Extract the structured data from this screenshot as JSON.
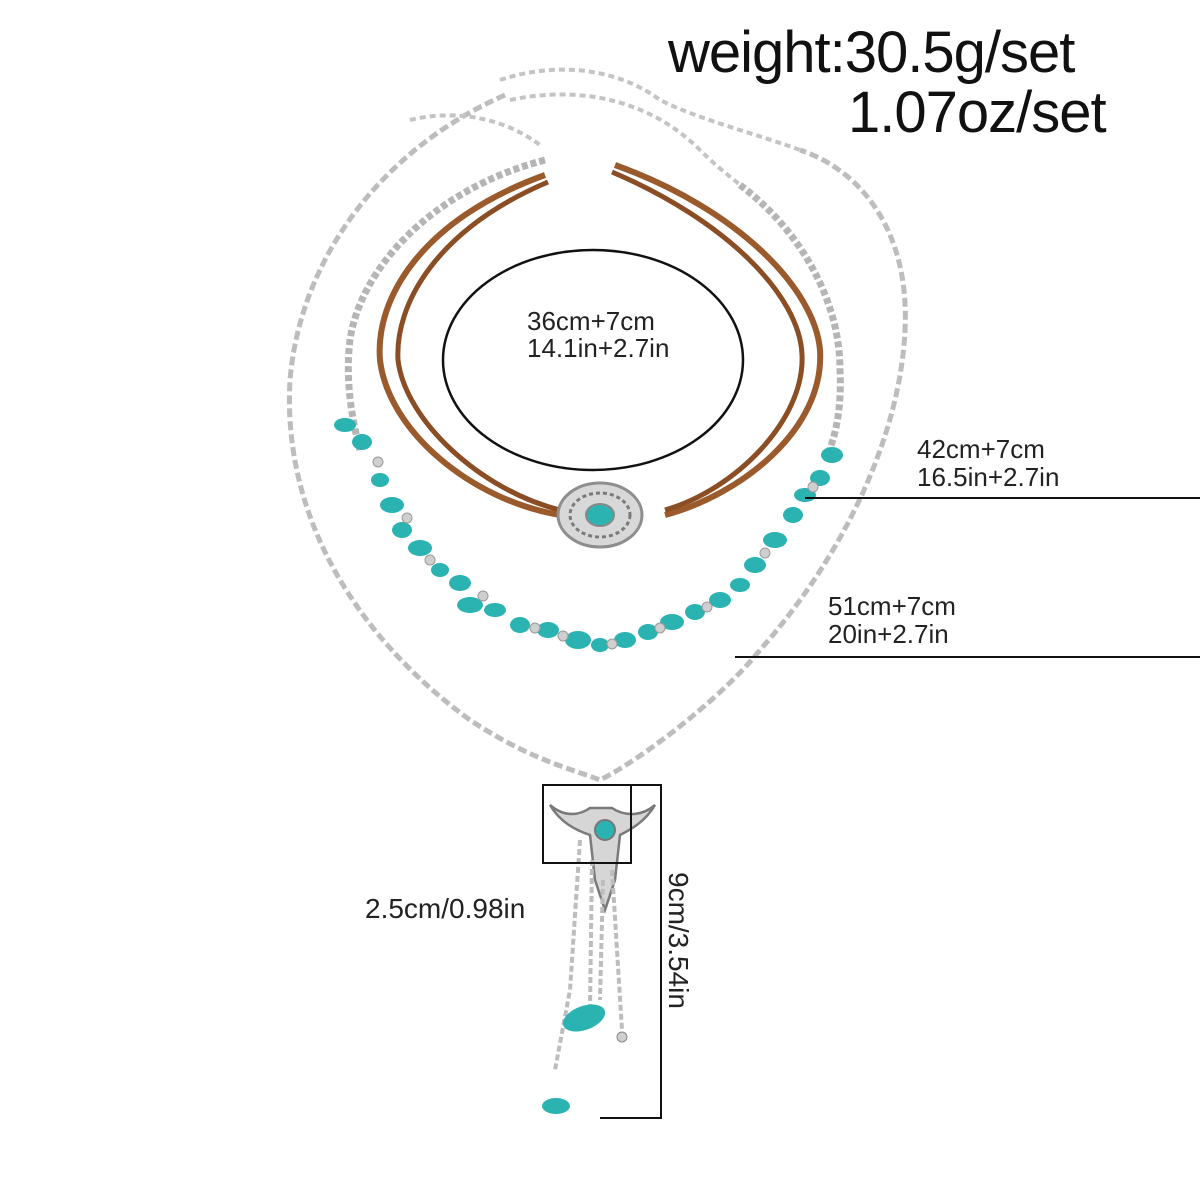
{
  "weight": {
    "line1": "weight:30.5g/set",
    "line2": "1.07oz/set"
  },
  "choker": {
    "size_cm": "36cm+7cm",
    "size_in": "14.1in+2.7in"
  },
  "beaded": {
    "size_cm": "42cm+7cm",
    "size_in": "16.5in+2.7in"
  },
  "chain": {
    "size_cm": "51cm+7cm",
    "size_in": "20in+2.7in"
  },
  "pendant": {
    "width": "2.5cm/0.98in",
    "height": "9cm/3.54in"
  },
  "colors": {
    "turquoise": "#2bb3b1",
    "suede": "#9a5a2c",
    "silver": "#c8c8c8"
  }
}
